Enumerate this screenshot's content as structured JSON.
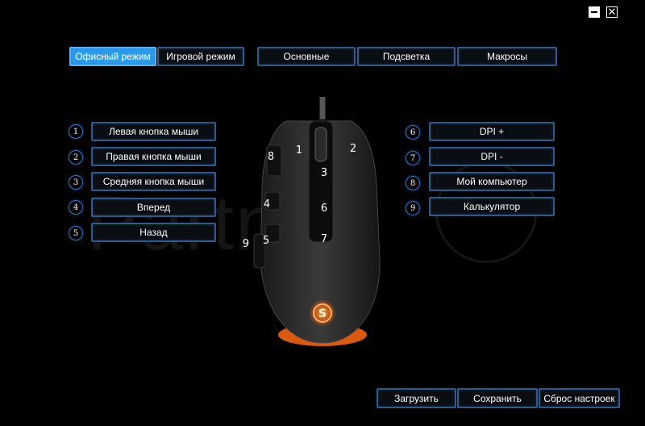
{
  "window": {
    "close_glyph": "✕"
  },
  "modes": [
    {
      "label": "Офисный режим",
      "active": true
    },
    {
      "label": "Игровой режим",
      "active": false
    }
  ],
  "tabs": [
    {
      "label": "Основные"
    },
    {
      "label": "Подсветка"
    },
    {
      "label": "Макросы"
    }
  ],
  "left_buttons": [
    {
      "num": "1",
      "label": "Левая кнопка мыши"
    },
    {
      "num": "2",
      "label": "Правая кнопка мыши"
    },
    {
      "num": "3",
      "label": "Средняя кнопка мыши"
    },
    {
      "num": "4",
      "label": "Вперед"
    },
    {
      "num": "5",
      "label": "Назад"
    }
  ],
  "right_buttons": [
    {
      "num": "6",
      "label": "DPI +"
    },
    {
      "num": "7",
      "label": "DPI -"
    },
    {
      "num": "8",
      "label": "Мой компьютер"
    },
    {
      "num": "9",
      "label": "Калькулятор"
    }
  ],
  "mouse_labels": [
    "1",
    "2",
    "3",
    "4",
    "5",
    "6",
    "7",
    "8",
    "9"
  ],
  "watermark": "Partner",
  "footer": {
    "load": "Загрузить",
    "save": "Сохранить",
    "reset": "Сброс настроек"
  },
  "colors": {
    "accent": "#2c9cf0",
    "border": "#2f5a8a",
    "logo_glow": "#ff7a1a"
  }
}
